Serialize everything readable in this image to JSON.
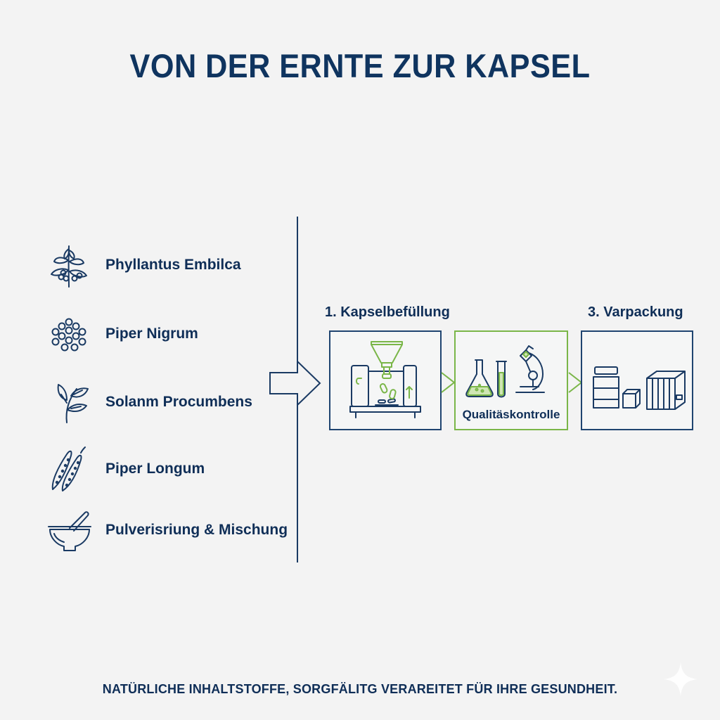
{
  "title": "VON DER ERNTE ZUR KAPSEL",
  "ingredients": [
    {
      "label": "Phyllantus Embilca",
      "icon": "amla-branch-icon"
    },
    {
      "label": "Piper Nigrum",
      "icon": "peppercorns-icon"
    },
    {
      "label": "Solanm Procumbens",
      "icon": "leaf-sprig-icon"
    },
    {
      "label": "Piper Longum",
      "icon": "long-pepper-icon"
    },
    {
      "label": "Pulverisriung & Mischung",
      "icon": "mortar-pestle-icon"
    }
  ],
  "steps": [
    {
      "label": "1. Kapselbefüllung",
      "icon": "capsule-filling-machine-icon"
    },
    {
      "caption": "Qualitäskontrolle",
      "icon": "lab-glassware-microscope-icon"
    },
    {
      "label": "3. Varpackung",
      "icon": "packaging-boxes-icon"
    }
  ],
  "footer": "NATÜRLICHE INHALTSTOFFE, SORGFÄLITG VERAREITET FÜR IHRE GESUNDHEIT.",
  "colors": {
    "navy": "#0f2e57",
    "green": "#7ab648",
    "background": "#f3f3f3"
  }
}
